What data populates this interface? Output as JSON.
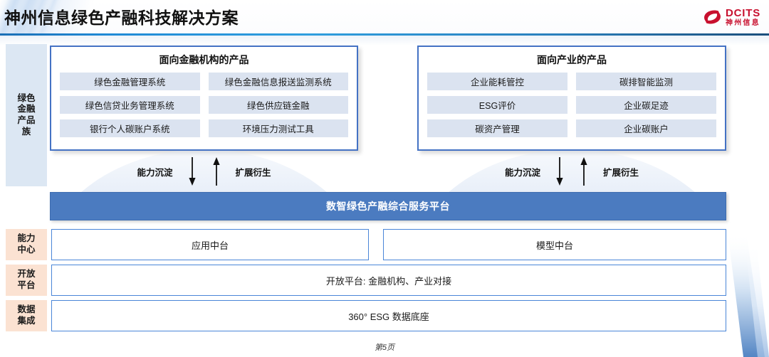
{
  "header": {
    "title": "神州信息绿色产融科技解决方案",
    "logo": {
      "mark": "swoosh-icon",
      "en": "DCITS",
      "cn": "神州信息",
      "color": "#c8102e"
    }
  },
  "theme": {
    "rule_blue": "#1f8ad6",
    "panel_border": "#4472c4",
    "chip_bg": "#dbe3f0",
    "platform_bar": "#4b7bc0",
    "side_blue": "#dce7f3",
    "side_peach": "#fbe2d2",
    "box_border": "#4a86d8"
  },
  "sidebar": {
    "items": [
      {
        "id": "product-family",
        "label": "绿色\n金融\n产品\n族",
        "lines": [
          "绿色",
          "金融",
          "产品",
          "族"
        ],
        "tone": "blue"
      },
      {
        "id": "capability-center",
        "label": "能力\n中心",
        "lines": [
          "能力",
          "中心"
        ],
        "tone": "peach"
      },
      {
        "id": "open-platform",
        "label": "开放\n平台",
        "lines": [
          "开放",
          "平台"
        ],
        "tone": "peach"
      },
      {
        "id": "data-integration",
        "label": "数据\n集成",
        "lines": [
          "数据",
          "集成"
        ],
        "tone": "peach"
      }
    ]
  },
  "panels": [
    {
      "id": "financial-institution-products",
      "title": "面向金融机构的产品",
      "items": [
        "绿色金融管理系统",
        "绿色金融信息报送监测系统",
        "绿色信贷业务管理系统",
        "绿色供应链金融",
        "银行个人碳账户系统",
        "环境压力测试工具"
      ]
    },
    {
      "id": "industry-products",
      "title": "面向产业的产品",
      "items": [
        "企业能耗管控",
        "碳排智能监测",
        "ESG评价",
        "企业碳足迹",
        "碳资产管理",
        "企业碳账户"
      ]
    }
  ],
  "flow": {
    "down_label": "能力沉淀",
    "up_label": "扩展衍生",
    "down_icon": "arrow-down-icon",
    "up_icon": "arrow-up-icon"
  },
  "platform": {
    "label": "数智绿色产融综合服务平台"
  },
  "layers": {
    "capability": [
      {
        "id": "application-middle-platform",
        "label": "应用中台"
      },
      {
        "id": "model-middle-platform",
        "label": "模型中台"
      }
    ],
    "open_platform": {
      "id": "open-platform-row",
      "label": "开放平台: 金融机构、产业对接"
    },
    "data_integration": {
      "id": "data-foundation-row",
      "label": "360° ESG 数据底座"
    }
  },
  "footer": {
    "page_number": "第5页"
  }
}
